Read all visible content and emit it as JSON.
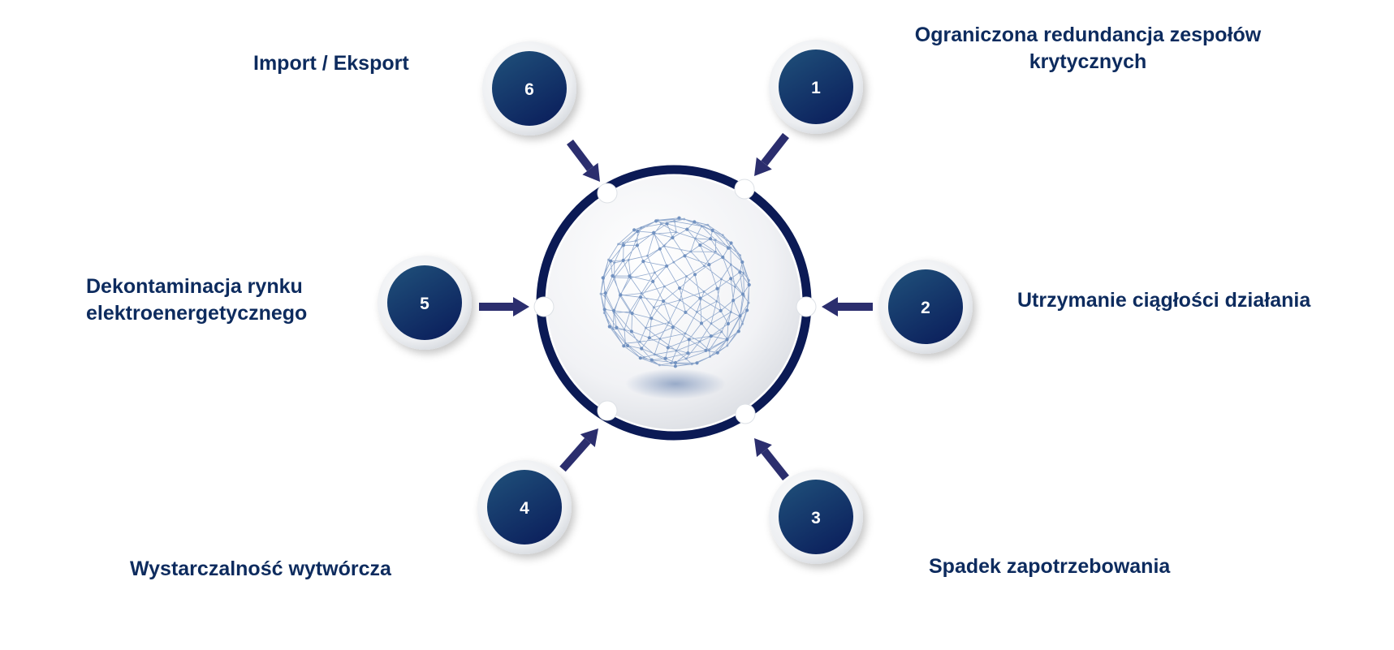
{
  "colors": {
    "label_text": "#0d2b5e",
    "node_fill_top": "#1e4d78",
    "node_fill_bottom": "#0b1f5c",
    "ring": "#0b1a55",
    "arrow": "#2b2e6e",
    "globe_mesh": "#6f8fbf"
  },
  "center": {
    "icon": "network-globe-icon"
  },
  "nodes": [
    {
      "number": "1",
      "label_lines": [
        "Ograniczona redundancja zespołów",
        "krytycznych"
      ]
    },
    {
      "number": "2",
      "label_lines": [
        "Utrzymanie ciągłości działania"
      ]
    },
    {
      "number": "3",
      "label_lines": [
        "Spadek zapotrzebowania"
      ]
    },
    {
      "number": "4",
      "label_lines": [
        "Wystarczalność wytwórcza"
      ]
    },
    {
      "number": "5",
      "label_lines": [
        "Dekontaminacja rynku",
        "elektroenergetycznego"
      ]
    },
    {
      "number": "6",
      "label_lines": [
        "Import / Eksport"
      ]
    }
  ]
}
